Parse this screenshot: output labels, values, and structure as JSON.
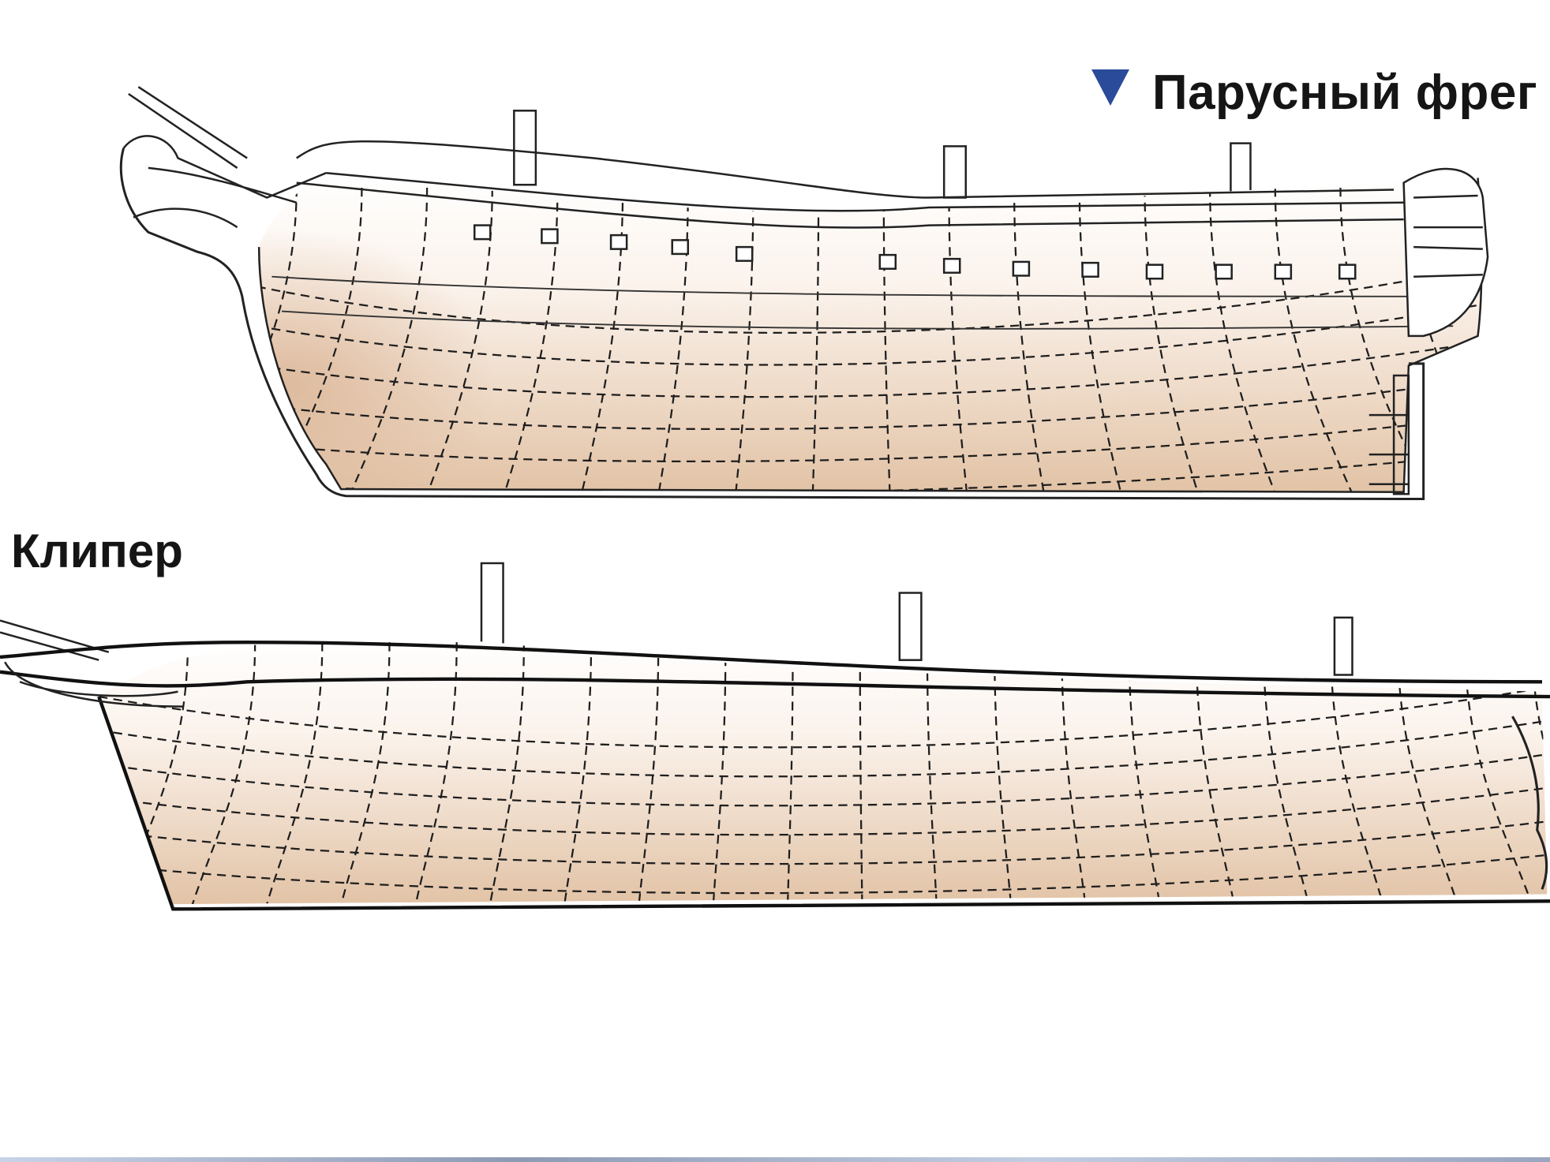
{
  "figure": {
    "frigate_label": "Парусный фрег",
    "clipper_label": "Клипер",
    "marker_icon": "blue-triangle-down",
    "colors": {
      "marker": "#2a4b9a",
      "hull_shade": "#e2c3a6",
      "line": "#1a1a1a"
    }
  }
}
